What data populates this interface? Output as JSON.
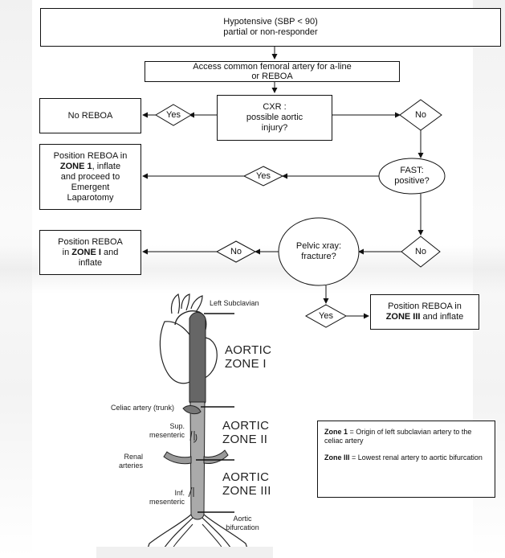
{
  "flowchart": {
    "start": {
      "line1": "Hypotensive (SBP < 90)",
      "line2": "partial or non-responder"
    },
    "access": {
      "line1": "Access common femoral artery for a-line",
      "line2": "or REBOA"
    },
    "cxr": {
      "line1": "CXR :",
      "line2": "possible aortic",
      "line3": "injury?"
    },
    "no_reboa": "No REBOA",
    "yes_1": "Yes",
    "no_1": "No",
    "fast": {
      "line1": "FAST:",
      "line2": "positive?"
    },
    "yes_2": "Yes",
    "zone1_laparotomy": {
      "pre": "Position REBOA in",
      "bold": "ZONE 1",
      "post1": ", inflate",
      "post2": "and proceed to",
      "post3": "Emergent",
      "post4": "Laparotomy"
    },
    "no_2": "No",
    "pelvic": {
      "line1": "Pelvic xray:",
      "line2": "fracture?"
    },
    "no_3": "No",
    "zone1_inflate": {
      "line1": "Position REBOA",
      "bold": "ZONE I",
      "pre": "in",
      "post": "and",
      "line3": "inflate"
    },
    "yes_3": "Yes",
    "zone3_inflate": {
      "line1": "Position REBOA in",
      "bold": "ZONE III",
      "post": "and inflate"
    }
  },
  "anatomy": {
    "left_subclavian": "Left Subclavian",
    "celiac": "Celiac artery (trunk)",
    "sup_mesenteric": {
      "line1": "Sup.",
      "line2": "mesenteric"
    },
    "renal": {
      "line1": "Renal",
      "line2": "arteries"
    },
    "inf_mesenteric": {
      "line1": "Inf.",
      "line2": "mesenteric"
    },
    "aortic_bifurcation": {
      "line1": "Aortic",
      "line2": "bifurcation"
    },
    "zone_1": {
      "line1": "AORTIC",
      "line2": "ZONE I"
    },
    "zone_2": {
      "line1": "AORTIC",
      "line2": "ZONE II"
    },
    "zone_3": {
      "line1": "AORTIC",
      "line2": "ZONE III"
    }
  },
  "legend": {
    "zone1": {
      "bold": "Zone 1",
      "text": " = Origin of left subclavian artery to the celiac artery"
    },
    "zone3": {
      "bold": "Zone III",
      "text": " = Lowest renal artery to aortic bifurcation"
    }
  }
}
